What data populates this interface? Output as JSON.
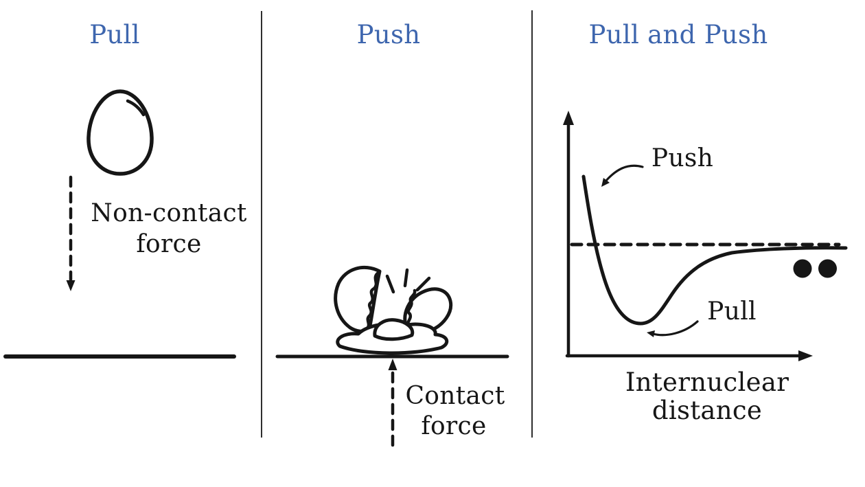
{
  "colors": {
    "background": "#ffffff",
    "title_blue": "#3e66ae",
    "ink": "#161616"
  },
  "panels": {
    "pull": {
      "title": "Pull",
      "label": {
        "line1": "Non-contact",
        "line2": "force"
      }
    },
    "push": {
      "title": "Push",
      "label": {
        "line1": "Contact",
        "line2": "force"
      }
    },
    "pull_and_push": {
      "title": "Pull and Push",
      "push_annotation": "Push",
      "pull_annotation": "Pull",
      "x_axis_label": {
        "line1": "Internuclear",
        "line2": "distance"
      }
    }
  },
  "icons": {
    "egg-icon": "whole egg outline with shine arc (falling egg)",
    "down-dashed-arrow-icon": "dashed arrow pointing down (non-contact force on egg)",
    "cracked-egg-icon": "smashed egg: two broken shell halves, splattered white and yolk, impact lines",
    "up-dashed-arrow-icon": "dashed arrow pointing up from below the ground (contact force)",
    "ground-line": "thick horizontal surface line",
    "atoms-icon": "two filled circles representing the pair of atoms"
  },
  "chart_data": {
    "type": "line",
    "title": "Pull and Push",
    "xlabel": "Internuclear distance",
    "ylabel": "",
    "description": "Qualitative interatomic potential curve: steep repulsive (push) wall at short distance, attractive (pull) well with a minimum, rising back toward a dashed zero asymptote at large separation; two filled circles mark the atom pair at large distance.",
    "x": [
      0.86,
      0.92,
      1.0,
      1.12,
      1.3,
      1.5,
      1.75,
      2.1,
      2.6,
      3.3,
      4.2,
      5.5
    ],
    "y": [
      4.6,
      2.4,
      0.0,
      -1.8,
      -2.55,
      -2.6,
      -2.0,
      -1.2,
      -0.55,
      -0.22,
      -0.08,
      -0.02
    ],
    "asymptote_y": 0,
    "asymptote_style": "dashed",
    "annotations": [
      {
        "text": "Push",
        "points_to": "steep repulsive wall at small internuclear distance"
      },
      {
        "text": "Pull",
        "points_to": "attractive well near the curve minimum"
      }
    ],
    "markers": "two filled circles (atom pair) just under the asymptote at the right side",
    "grid": false,
    "legend": false
  }
}
